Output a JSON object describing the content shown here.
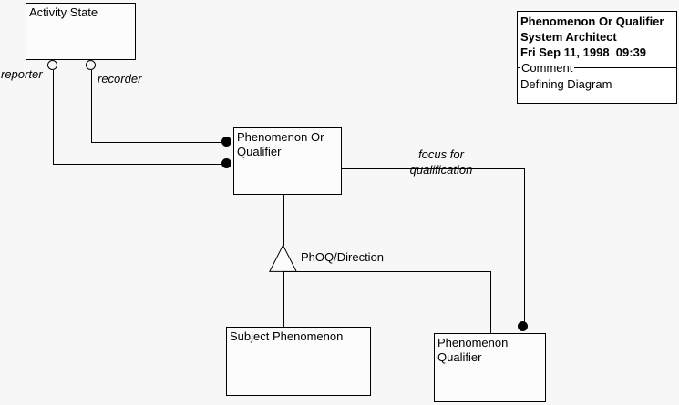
{
  "nodes": {
    "activity_state": {
      "label": "Activity State"
    },
    "phenomenon_or_qualifier": {
      "label": "Phenomenon Or Qualifier"
    },
    "subject_phenomenon": {
      "label": "Subject Phenomenon"
    },
    "phenomenon_qualifier": {
      "label": "Phenomenon Qualifier"
    }
  },
  "edge_labels": {
    "reporter": "reporter",
    "recorder": "recorder",
    "focus_line1": "focus for",
    "focus_line2": "qualification",
    "phoq_direction": "PhOQ/Direction"
  },
  "title_block": {
    "diagram_title": "Phenomenon Or Qualifier",
    "tool_name": "System Architect",
    "datetime": "Fri Sep 11, 1998  09:39",
    "comment_label": "Comment",
    "comment_value": "Defining Diagram"
  },
  "colors": {
    "line": "#000000",
    "background": "#f7f7f7",
    "node_fill": "#fcfcfc",
    "title_block_fill": "#ffffff"
  }
}
